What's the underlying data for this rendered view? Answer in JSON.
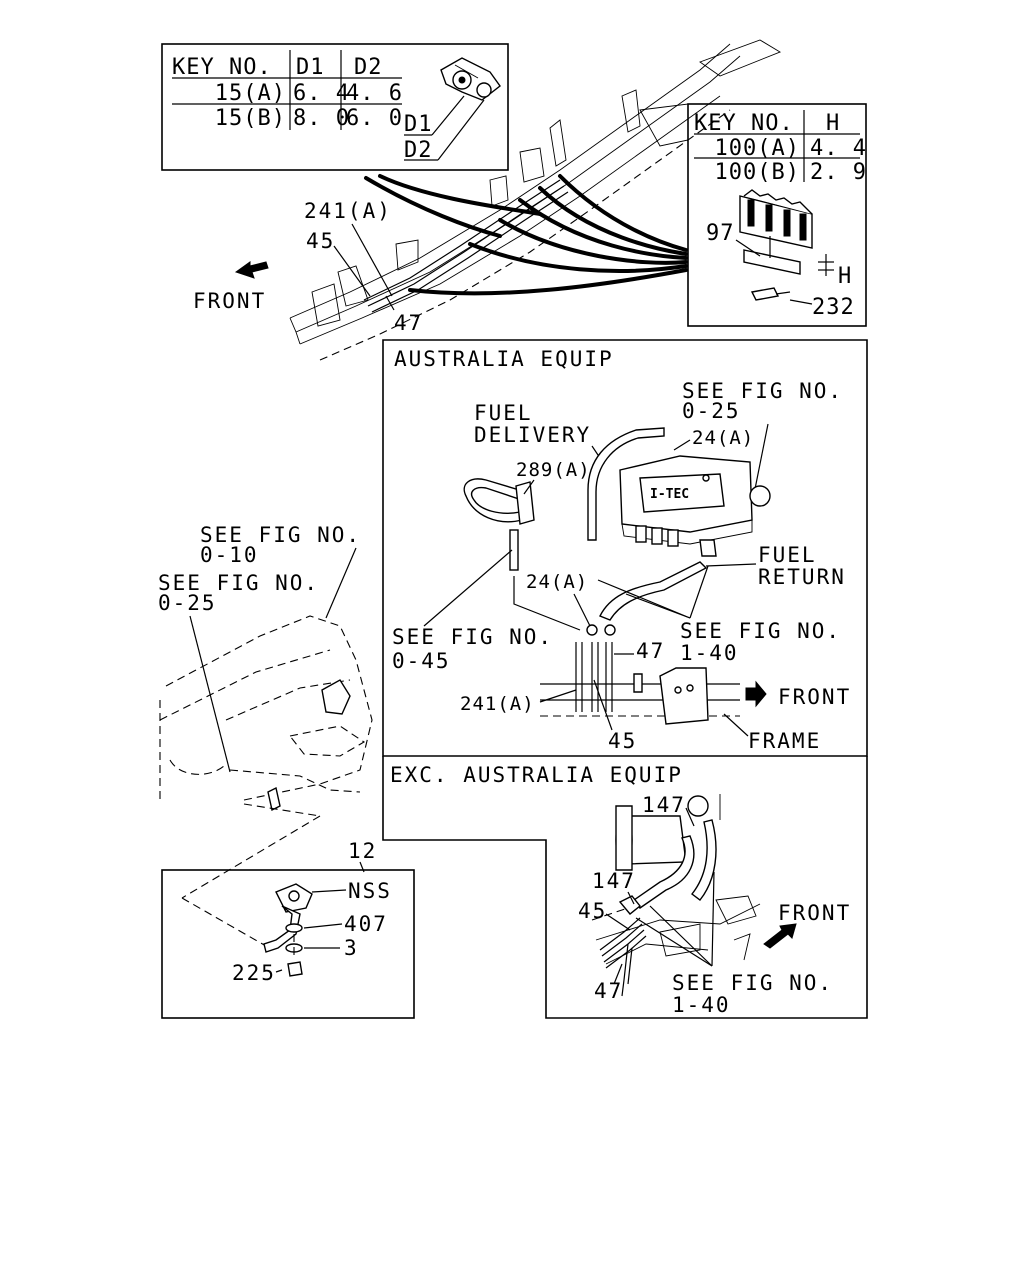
{
  "table_clip": {
    "headers": [
      "KEY NO.",
      "D1",
      "D2"
    ],
    "rows": [
      {
        "key": "15(A)",
        "d1": "6. 4",
        "d2": "4. 6"
      },
      {
        "key": "15(B)",
        "d1": "8. 0",
        "d2": "6. 0"
      }
    ],
    "dim_labels": [
      "D1",
      "D2"
    ]
  },
  "table_clamp": {
    "headers": [
      "KEY NO.",
      "H"
    ],
    "rows": [
      {
        "key": "100(A)",
        "h": "4. 4"
      },
      {
        "key": "100(B)",
        "h": "2. 9"
      }
    ],
    "parts": [
      "97",
      "232"
    ],
    "dim_label": "H"
  },
  "main_view": {
    "labels": [
      "241(A)",
      "45",
      "47"
    ],
    "front": "FRONT"
  },
  "australia": {
    "title": "AUSTRALIA EQUIP",
    "see_fig_top": [
      "SEE FIG NO.",
      "0-25"
    ],
    "fuel_delivery": [
      "FUEL",
      "DELIVERY"
    ],
    "brand": "I-TEC",
    "fuel_return": [
      "FUEL",
      "RETURN"
    ],
    "see_fig_left": [
      "SEE FIG NO.",
      "0-45"
    ],
    "see_fig_right": [
      "SEE FIG NO.",
      "1-40"
    ],
    "parts": [
      "24(A)",
      "289(A)",
      "24(A)",
      "47",
      "241(A)",
      "45"
    ],
    "front": "FRONT",
    "frame": "FRAME"
  },
  "engine_view": {
    "see_fig_a": [
      "SEE FIG NO.",
      "0-10"
    ],
    "see_fig_b": [
      "SEE FIG NO.",
      "0-25"
    ]
  },
  "detail_box": {
    "callout": "12",
    "parts": [
      "NSS",
      "407",
      "3",
      "225"
    ]
  },
  "exc_australia": {
    "title": "EXC. AUSTRALIA EQUIP",
    "parts": [
      "147",
      "147",
      "45",
      "47"
    ],
    "front": "FRONT",
    "see_fig": [
      "SEE FIG NO.",
      "1-40"
    ]
  }
}
